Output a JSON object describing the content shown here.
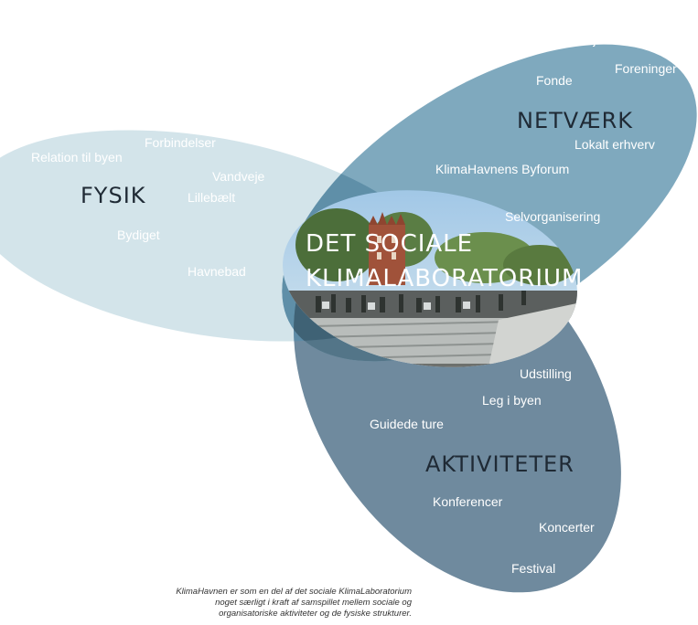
{
  "colors": {
    "fysik_fill": "#d3e4ea",
    "netvaerk_fill": "#7fa9be",
    "aktiviteter_fill": "#6f8a9e",
    "overlap_fill": "#3f6275",
    "label_light": "#ffffff",
    "title_dark": "#1f2a35",
    "title_light": "#ffffff"
  },
  "center": {
    "title_line1": "DET SOCIALE",
    "title_line2": "KLIMALABORATORIUM"
  },
  "fysik": {
    "title": "FYSIK",
    "items": [
      "Relation til byen",
      "Forbindelser",
      "Vandveje",
      "Lillebælt",
      "Bydiget",
      "Havnebad"
    ]
  },
  "netvaerk": {
    "title": "NETVÆRK",
    "items": [
      "Ejerforeninger",
      "Foreninger",
      "Fonde",
      "Lokalt erhverv",
      "KlimaHavnens Byforum",
      "Selvorganisering"
    ]
  },
  "aktiviteter": {
    "title": "AKTIVITETER",
    "items": [
      "Udstilling",
      "Leg i byen",
      "Guidede ture",
      "Konferencer",
      "Koncerter",
      "Festival"
    ]
  },
  "caption": {
    "line1": "KlimaHavnen er som en del af det sociale KlimaLaboratorium",
    "line2": "noget særligt i kraft af samspillet mellem sociale og",
    "line3": "organisatoriske aktiviteter og de fysiske strukturer."
  }
}
